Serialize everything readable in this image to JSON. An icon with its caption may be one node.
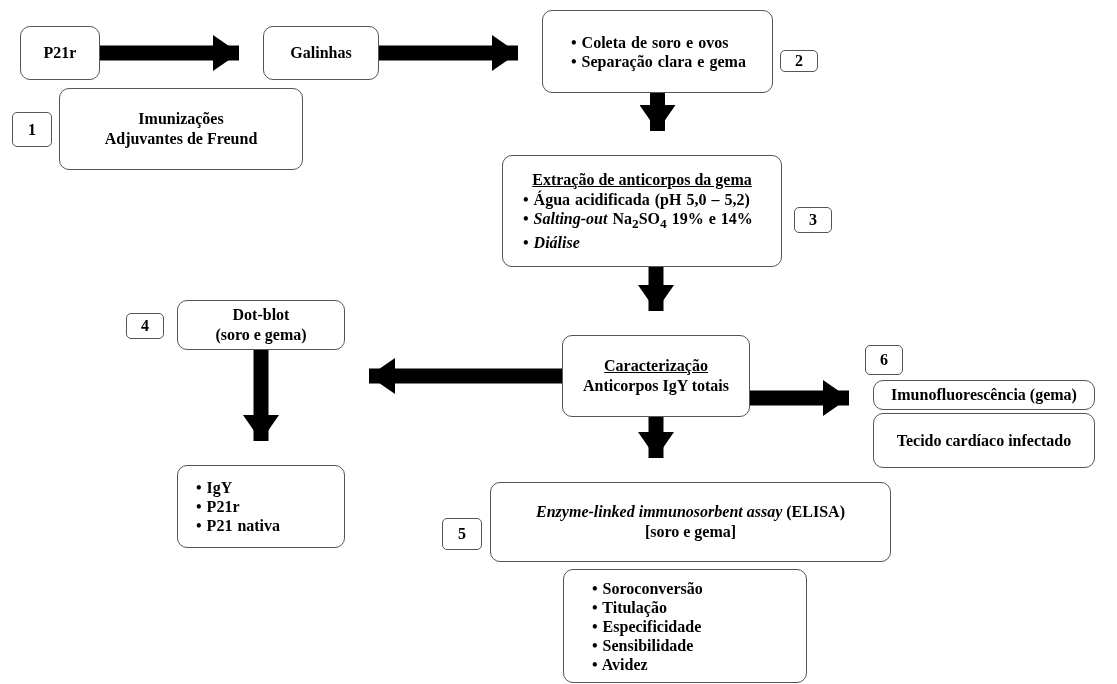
{
  "diagram": {
    "nodes": [
      {
        "text": [
          "P21r"
        ]
      },
      {
        "text": [
          "Galinhas"
        ]
      },
      {
        "text": [
          "• Coleta de soro e ovos",
          "• Separação clara e gema"
        ]
      },
      {
        "text": [
          "2"
        ]
      },
      {
        "text": [
          "1"
        ]
      },
      {
        "text": [
          "Imunizações",
          "Adjuvantes de Freund"
        ]
      },
      {
        "text": [
          "Extração de anticorpos da gema",
          "• Água acidificada (pH 5,0 – 5,2)",
          "• *Salting-out* Na$_{2}$SO$_{4}$ 19% e 14%",
          "• *Diálise*"
        ]
      },
      {
        "text": [
          "3"
        ]
      },
      {
        "text": [
          "Caracterização",
          "Anticorpos IgY totais"
        ]
      },
      {
        "text": [
          "4"
        ]
      },
      {
        "text": [
          "Dot-blot",
          "(soro e gema)"
        ]
      },
      {
        "text": [
          "6"
        ]
      },
      {
        "text": [
          "Imunofluorescência (gema)"
        ]
      },
      {
        "text": [
          "Tecido cardíaco infectado"
        ]
      },
      {
        "text": [
          "• IgY",
          "• P21r",
          "• P21 nativa"
        ]
      },
      {
        "text": [
          "5"
        ]
      },
      {
        "text": [
          "*Enzyme-linked immunosorbent assay* (ELISA)",
          "[soro e gema]"
        ]
      },
      {
        "text": [
          "• Soroconversão",
          "• Titulação",
          "• Especificidade",
          "• Sensibilidade",
          "• Avidez"
        ]
      }
    ],
    "edges": [
      {
        "from": 0,
        "to": 1,
        "arrow": "to"
      },
      {
        "from": 1,
        "to": 2,
        "arrow": "to"
      },
      {
        "from": 2,
        "to": 6,
        "arrow": "to"
      },
      {
        "from": 6,
        "to": 8,
        "arrow": "to"
      },
      {
        "from": 8,
        "to": 10,
        "arrow": "to"
      },
      {
        "from": 8,
        "to": 12,
        "arrow": "to"
      },
      {
        "from": 10,
        "to": 14,
        "arrow": "to"
      },
      {
        "from": 8,
        "to": 16,
        "arrow": "to"
      }
    ]
  }
}
